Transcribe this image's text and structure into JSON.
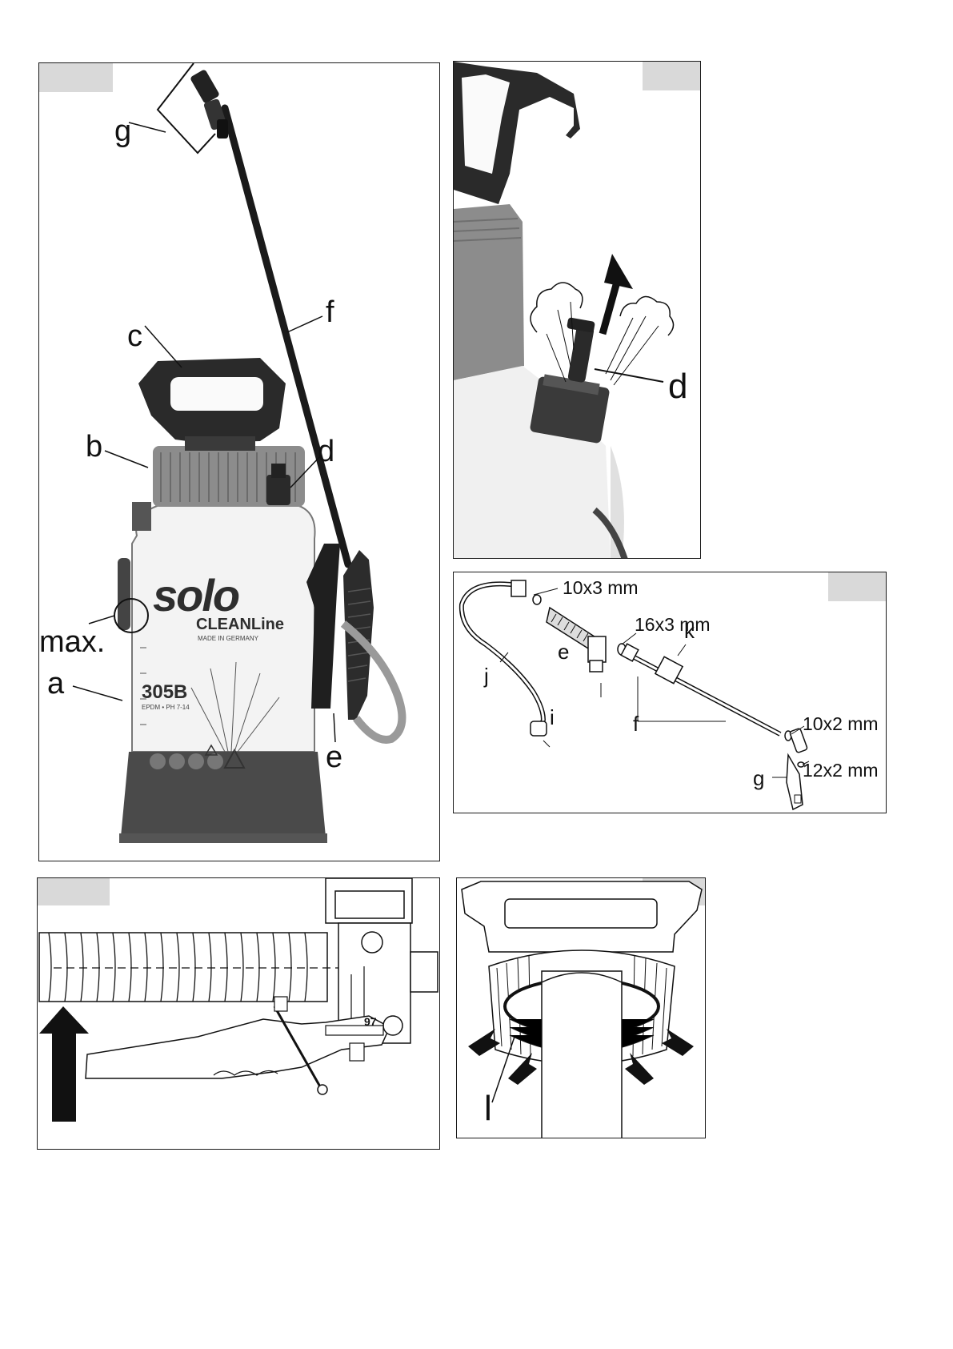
{
  "figure1": {
    "labels": {
      "a": "a",
      "b": "b",
      "c": "c",
      "d": "d",
      "e": "e",
      "f": "f",
      "g": "g",
      "max": "max."
    },
    "product": {
      "brand": "solo",
      "line": "CLEANLine",
      "made_in": "MADE IN GERMANY",
      "model": "305B",
      "model_sub": "EPDM • PH 7-14"
    }
  },
  "figure2": {
    "labels": {
      "d": "d"
    }
  },
  "figure3": {
    "labels": {
      "e": "e",
      "f": "f",
      "g": "g",
      "i": "i",
      "j": "j",
      "k": "k"
    },
    "measurements": {
      "m1": "10x3 mm",
      "m2": "16x3 mm",
      "m3": "10x2 mm",
      "m4": "12x2 mm"
    }
  },
  "figure4": {
    "valve_number": "97"
  },
  "figure5": {
    "labels": {
      "l": "l"
    }
  },
  "colors": {
    "ink": "#111111",
    "tag_gray": "#d9d9d9",
    "body_white": "#f3f3f3",
    "cap_gray": "#8c8c8c",
    "dark_gray": "#4a4a4a"
  }
}
